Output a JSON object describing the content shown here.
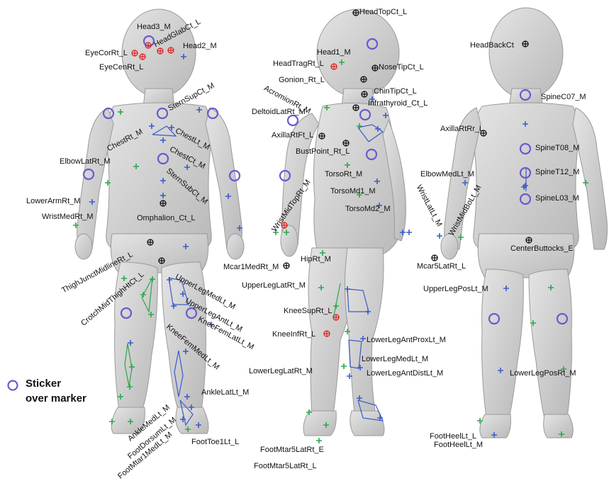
{
  "legend": {
    "line1": "Sticker",
    "line2": "over marker",
    "symbol_color": "#6a5acd"
  },
  "colors": {
    "body_fill": "#cfcfcf",
    "body_stroke": "#9a9a9a",
    "sticker": "#6a5acd",
    "marker_black": "#111111",
    "marker_red": "#e02020",
    "cross_blue": "#3b5bc7",
    "cross_green": "#2aa84a",
    "segment_line_blue": "#3b5bc7",
    "segment_line_green": "#2aa84a"
  },
  "labels": {
    "head3_m": "Head3_M",
    "headglabct_l": "HeadGlabCt_L",
    "head2_m": "Head2_M",
    "eyecorrt_l": "EyeCorRt_L",
    "eyecenrt_l": "EyeCenRt_L",
    "sternsupct_m": "SternSupCt_M",
    "chestrt_m": "ChestRt_M",
    "chestlt_m": "ChestLt_M",
    "chestct_m": "ChestCt_M",
    "elbowlatrt_m": "ElbowLatRt_M",
    "sternsubct_m": "SternSubCt_M",
    "lowerarmrt_m": "LowerArmRt_M",
    "wristmedrt_m": "WristMedRt_M",
    "omphalion_ct_l": "Omphalion_Ct_L",
    "thighjunctmidlinert_l": "ThighJunctMidlineRt_L",
    "crotchmidthighhtct_l": "CrotchMidThighHtCt_L",
    "upperlegmedlt_m": "UpperLegMedLt_M",
    "upperlegantlt_m": "UpperLegAntLt_M",
    "kneefemlatlt_m": "KneeFemLatLt_M",
    "kneefemmedlt_m": "KneeFemMedLt_M",
    "anklelatlt_m": "AnkleLatLt_M",
    "anklemedlt_m": "AnkleMedLt_M",
    "footdorsumlt_m": "FootDorsumLt_M",
    "footmtar1medlt_m": "FootMtar1MedLt_M",
    "foottoe1lt_l": "FootToe1Lt_L",
    "mcar1medrt_m": "Mcar1MedRt_M",
    "headtopct_l": "HeadTopCt_L",
    "head1_m": "Head1_M",
    "headtragrt_l": "HeadTragRt_L",
    "nosetipct_l": "NoseTipCt_L",
    "gonion_rt_l": "Gonion_Rt_L",
    "acromionrt_m": "AcromionRt_M",
    "chintipct_l": "ChinTipCt_L",
    "infrathyroid_ct_l": "Infrathyroid_Ct_L",
    "deltoidlatrt_m": "DeltoidLatRt_M",
    "axillartft_l": "AxillaRtFt_L",
    "bustpoint_rt_l": "BustPoint_Rt_L",
    "torsort_m": "TorsoRt_M",
    "torsomd1_m": "TorsoMd1_M",
    "torsomd2_m": "TorsoMd2_M",
    "wristmidtoprt_m": "WristMidTopRt_M",
    "hiprt_m": "HipRt_M",
    "upperleglatrt_m": "UpperLegLatRt_M",
    "kneesuprt_l": "KneeSupRt_L",
    "kneeinfrt_l": "KneeInfRt_L",
    "lowerlegantproxlt_m": "LowerLegAntProxLt_M",
    "lowerlegmedlt_m": "LowerLegMedLt_M",
    "lowerleglatrt_m": "LowerLegLatRt_M",
    "lowerlegantdistlt_m": "LowerLegAntDistLt_M",
    "footmtar5latrt_e": "FootMtar5LatRt_E",
    "footmtar5latrt_l": "FootMtar5LatRt_L",
    "headbackct": "HeadBackCt",
    "spinec07_m": "SpineC07_M",
    "axillartrt_l": "AxillaRtRr_L",
    "spinet08_m": "SpineT08_M",
    "elbowmedlt_m": "ElbowMedLt_M",
    "spinet12_m": "SpineT12_M",
    "wristlatlt_m": "WristLatLt_M",
    "wristmidbolt_m": "WristMidBoLt_M",
    "spinel03_m": "SpineL03_M",
    "mcar5latrt_l": "Mcar5LatRt_L",
    "centerbuttocks_e": "CenterButtocks_E",
    "upperlegposlt_m": "UpperLegPosLt_M",
    "lowerlegposrt_m": "LowerLegPosRt_M",
    "footheellt_l": "FootHeelLt_L",
    "footheellt_m": "FootHeelLt_M"
  }
}
